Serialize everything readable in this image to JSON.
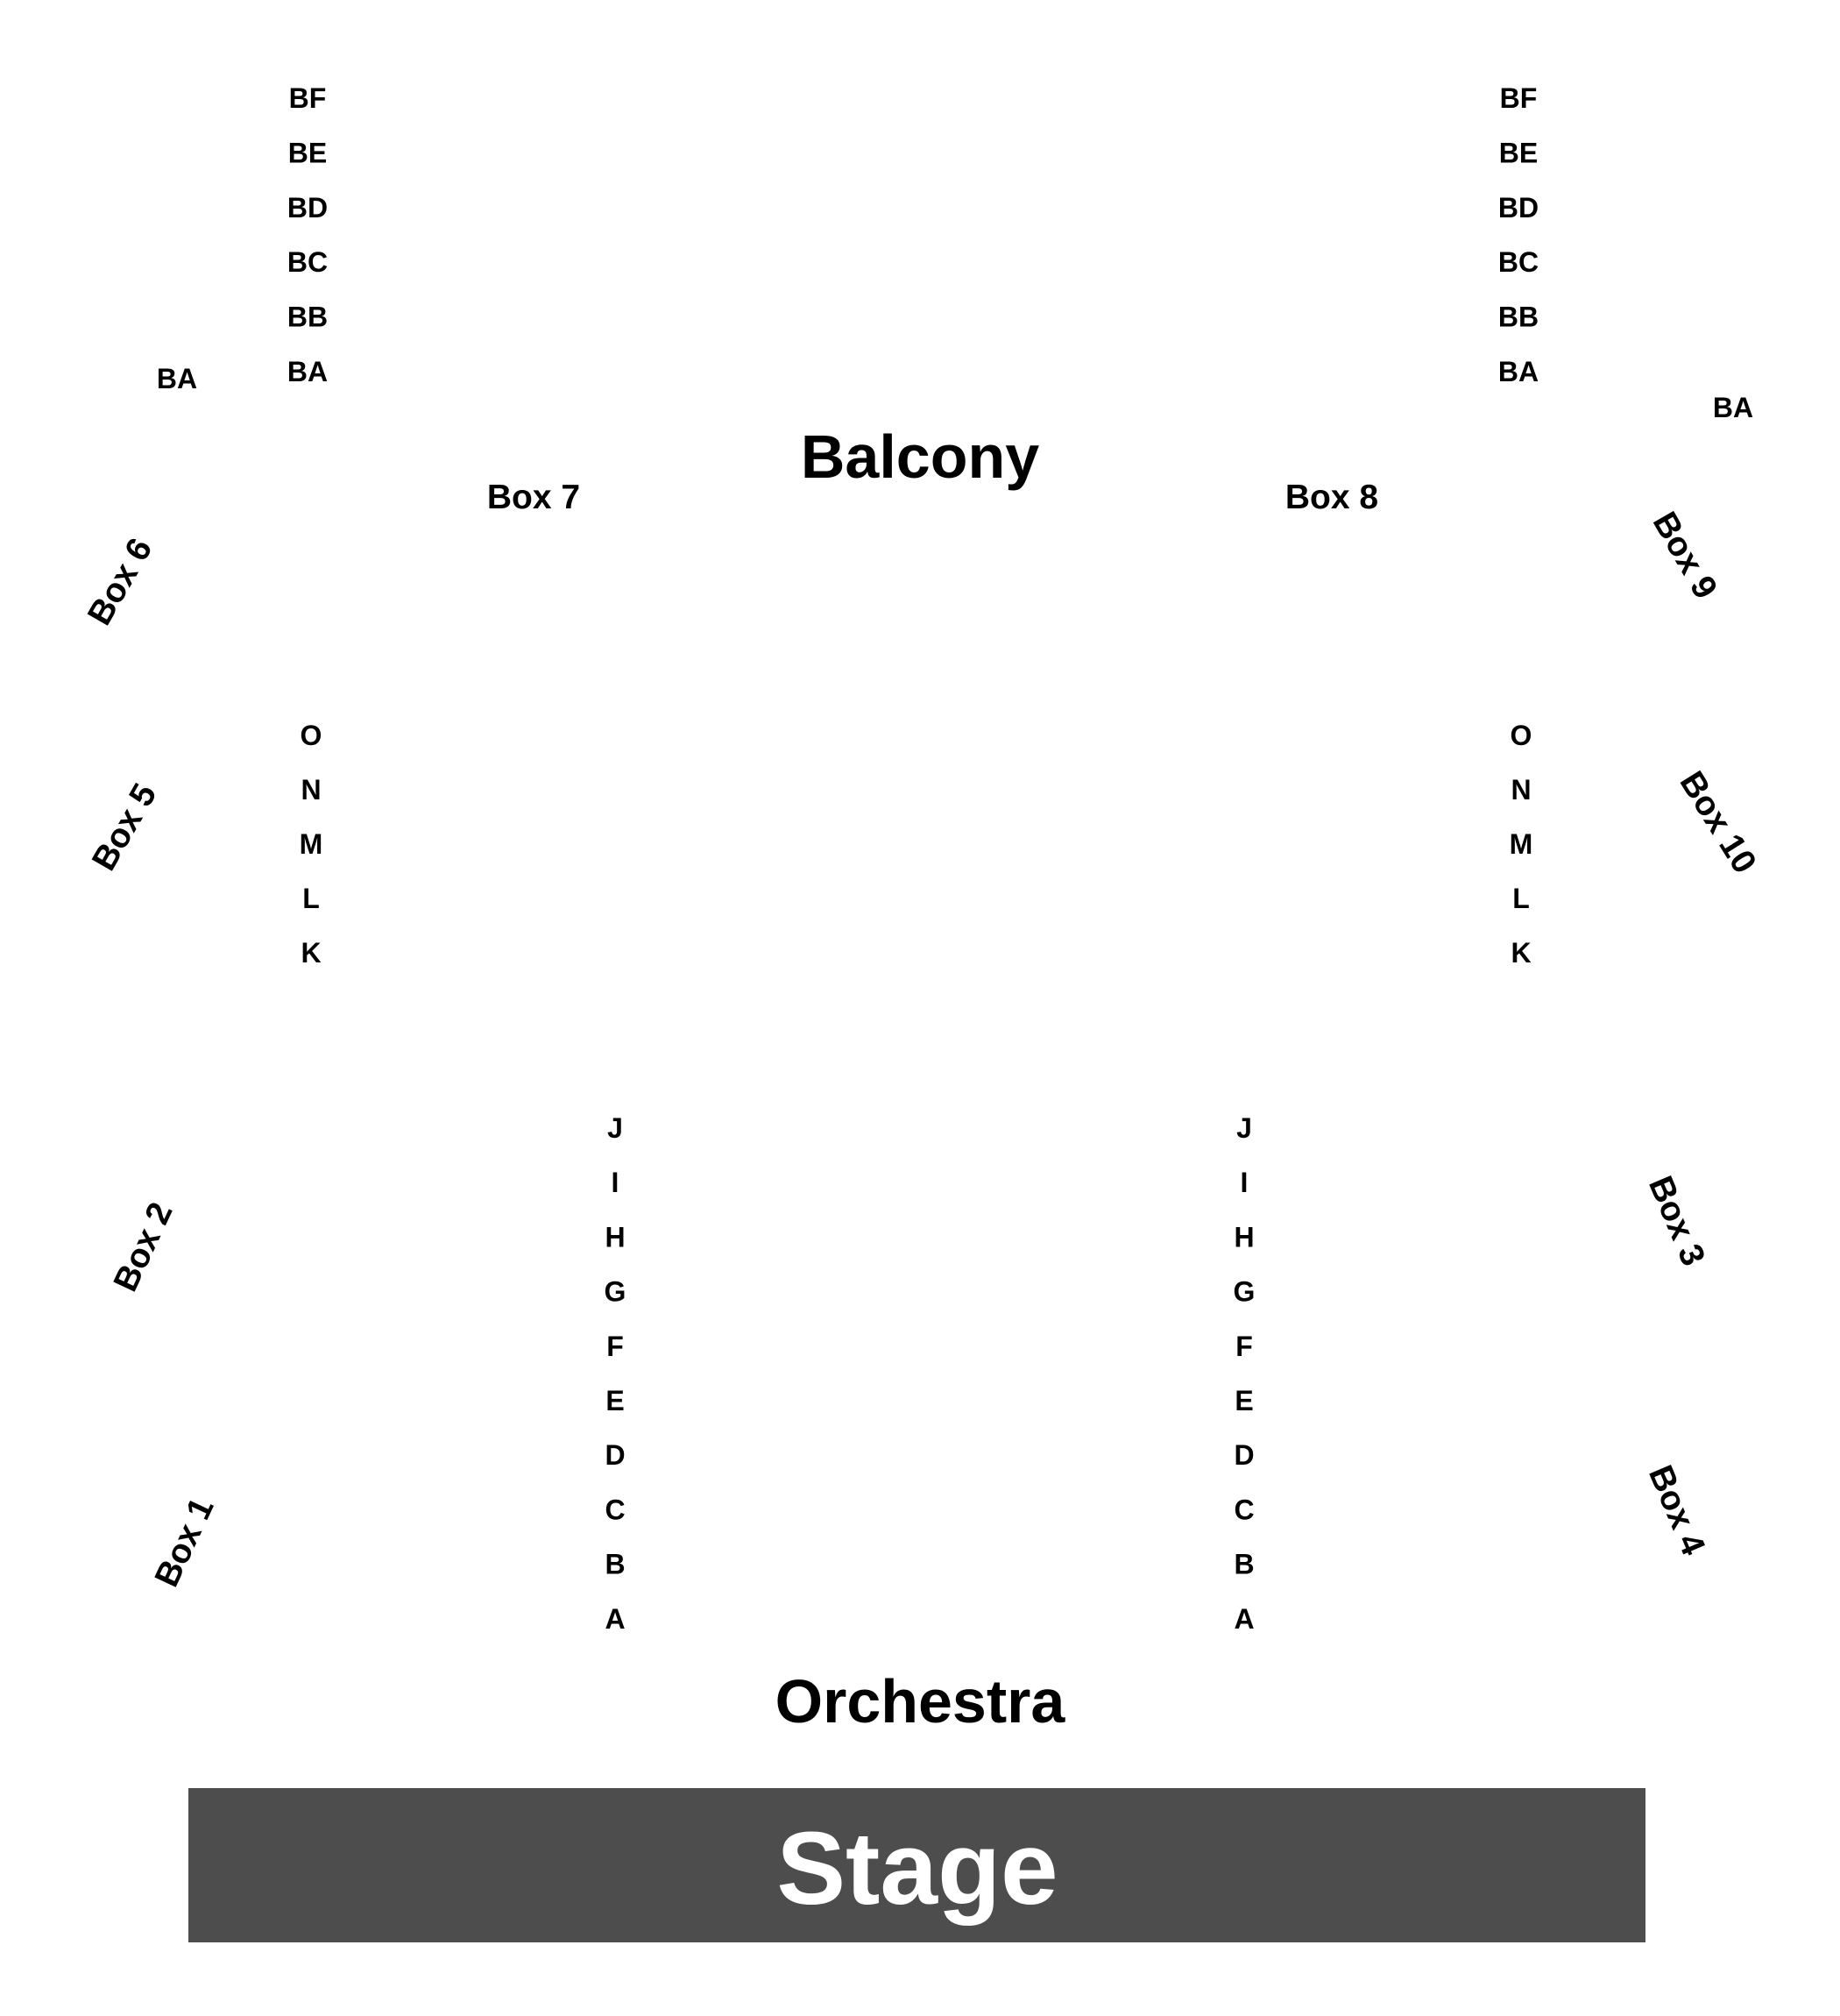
{
  "sections": {
    "balcony": "Balcony",
    "orchestra": "Orchestra",
    "stage": "Stage"
  },
  "balcony_rows": [
    "BF",
    "BE",
    "BD",
    "BC",
    "BB",
    "BA"
  ],
  "balcony_side_label": "BA",
  "mezz_rows": [
    "O",
    "N",
    "M",
    "L",
    "K"
  ],
  "orchestra_rows": [
    "J",
    "I",
    "H",
    "G",
    "F",
    "E",
    "D",
    "C",
    "B",
    "A"
  ],
  "boxes": {
    "box1": "Box 1",
    "box2": "Box 2",
    "box3": "Box 3",
    "box4": "Box 4",
    "box5": "Box 5",
    "box6": "Box 6",
    "box7": "Box 7",
    "box8": "Box 8",
    "box9": "Box 9",
    "box10": "Box 10"
  },
  "colors": {
    "stage_fill": "#4d4d4d",
    "stage_text": "#ffffff",
    "label": "#000000"
  }
}
